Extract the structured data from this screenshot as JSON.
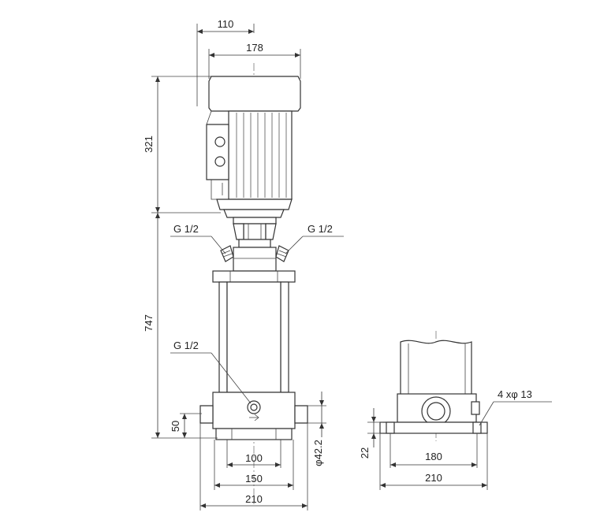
{
  "dimensions": {
    "top_width_110": "110",
    "top_width_178": "178",
    "motor_height": "321",
    "pump_height": "747",
    "inlet_height": "50",
    "flange_dia": "φ42.2",
    "base_100": "100",
    "base_150": "150",
    "base_210": "210",
    "side_base_180": "180",
    "side_base_210": "210",
    "side_base_thickness": "22",
    "bolt_holes": "4 xφ 13"
  },
  "ports": {
    "left_vent": "G 1/2",
    "right_vent": "G 1/2",
    "drain": "G 1/2"
  }
}
